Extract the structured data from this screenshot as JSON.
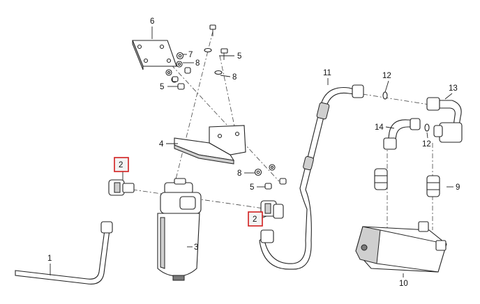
{
  "callouts": {
    "c1": "1",
    "c2a": "2",
    "c2b": "2",
    "c3": "3",
    "c4": "4",
    "c5a": "5",
    "c5b": "5",
    "c5c": "5",
    "c6": "6",
    "c7": "7",
    "c8a": "8",
    "c8b": "8",
    "c8c": "8",
    "c9": "9",
    "c10": "10",
    "c11": "11",
    "c12a": "12",
    "c12b": "12",
    "c13": "13",
    "c14": "14"
  },
  "highlight_color": "#d21f1f",
  "highlighted_part": "2"
}
